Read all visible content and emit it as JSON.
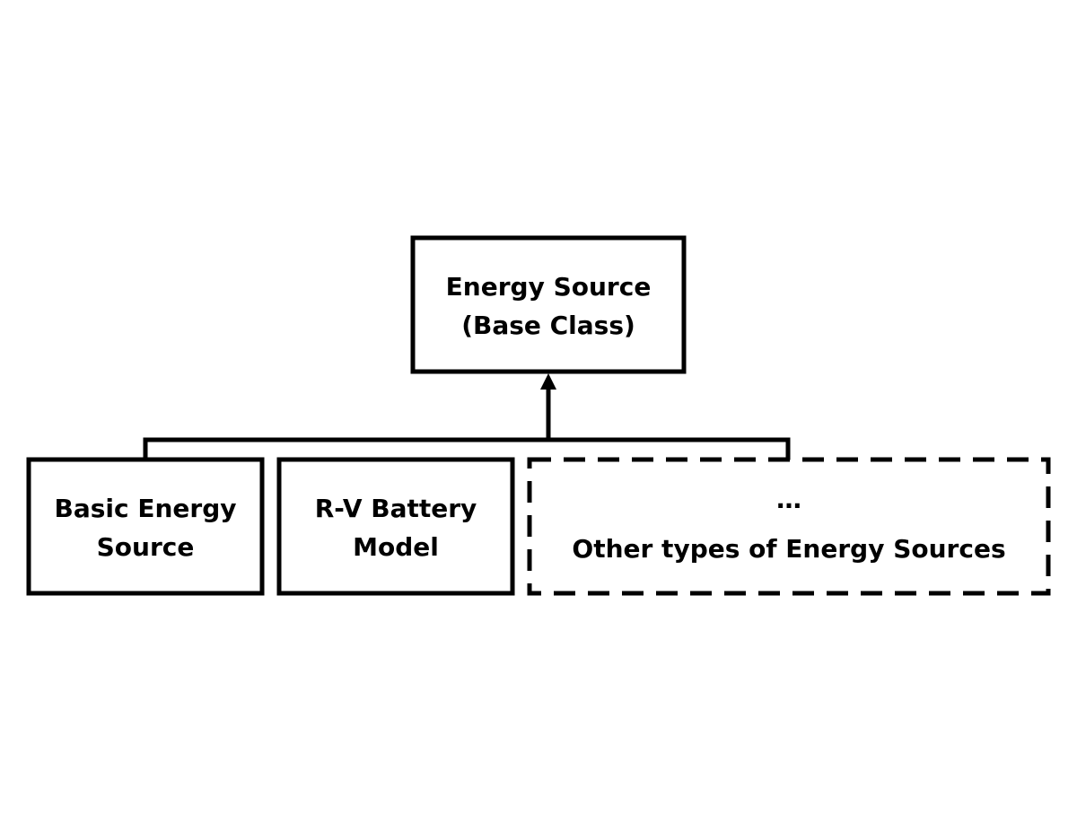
{
  "diagram": {
    "colors": {
      "stroke": "#000000",
      "fill": "#ffffff",
      "text": "#000000"
    },
    "base_class": {
      "line1": "Energy Source",
      "line2": "(Base Class)"
    },
    "children": [
      {
        "line1": "Basic Energy",
        "line2": "Source",
        "border": "solid"
      },
      {
        "line1": "R-V Battery",
        "line2": "Model",
        "border": "solid"
      },
      {
        "ellipsis": "…",
        "line2": "Other types of Energy Sources",
        "border": "dashed"
      }
    ]
  }
}
